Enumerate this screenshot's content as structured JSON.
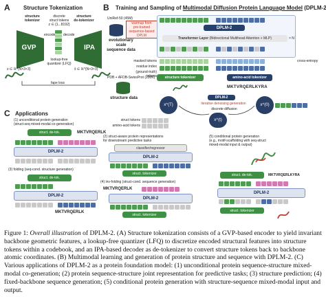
{
  "panel_a": {
    "letter": "A",
    "title": "Structure Tokenization",
    "structure_tokenizer": "structure\ntokenizer",
    "discrete_tokens": "discrete\nstruct tokens",
    "token_range": "z ∈ {1...8192}",
    "structure_detokenizer": "structure\nde-tokenizer",
    "encode": "encode",
    "decode": "decode",
    "gvp": "GVP",
    "ipa": "IPA",
    "lfq": "lookup-free\nquantizer (LFQ)",
    "fape_loss": "fape loss",
    "x_in": "x ∈ ℝ^{N×3×3}",
    "x_out": "x̂ ∈ ℝ^{N×3×3}"
  },
  "panel_b": {
    "letter": "B",
    "title_prefix": "Training and Sampling of ",
    "title_underlined": "Multimodal Diffusion Protein Language Model",
    "title_suffix": " (DPLM-2)",
    "uniref": "UniRef-50 (45M)",
    "warmup_note": "warmup from\npre-trained\nsequence-based\nDPLM",
    "evo_label": "evolutionary scale\nsequence data",
    "dplm2": "DPLM-2",
    "transformer": "Transformer Layer",
    "transformer_note": "(Bidirectional Multihead Attention + MLP)",
    "repeat": "× N",
    "masked_tokens": "masked tokens",
    "residue_index": "residue index",
    "ground_truth": "(ground-truth) tokens",
    "cross_entropy": "cross-entropy",
    "pdb": "PDB + AFDB-SwissProt (200K)",
    "structure_data": "structure data",
    "structure_tokenizer": "structure tokenizer",
    "aa_tokenizer": "amino-acid tokenizer",
    "seq": "MKTVRQERLKYRA",
    "sampling_dplm2": "DPLM-2",
    "sampling_note": "iterative denoising generation",
    "sampling_note2": "discrete diffusion",
    "sampling_states": [
      "x^(T)",
      "x^(t)",
      "x^(0)"
    ],
    "struct_tokens": "struct tokens",
    "aa_tokens": "amino-acid tokens"
  },
  "panel_c": {
    "letter": "C",
    "title": "Applications",
    "app1_title": "(1) unconditional protein generation\n(struct-seq mixed-modal co-generation)",
    "app2_title": "(2) struct-aware protein representations\nfor downstream predictive tasks",
    "app3_title": "(3) folding (seq-cond. structure generation)",
    "app4_title": "(4) inv-folding (struct-cond. sequence generation)",
    "app5_title": "(5) conditional protein generation\n(e.g., motif-scaffolding with seq-struct\nmixed-modal input & output)",
    "struct_detok": "struct. de-tok.",
    "struct_tok": "struct. tokenizer",
    "dplm2": "DPLM-2",
    "classifier": "classifier/regressor",
    "seq": "MKTVRQERLK",
    "seq5": "MKTVRQERLKYRA"
  },
  "caption": {
    "lead": "Figure 1: ",
    "title_italic": "Overall illustration",
    "text1": " of DPLM-2. (A) Structure tokenization consists of a GVP-based encoder to yield invariant backbone geometric features, a lookup-free quantizer (LFQ) to discretize encoded structural features into structure tokens within a codebook, and an IPA-based decoder as de-tokenizer to convert structure tokens back to backbone atomic coordinates. (B) Multimodal learning and generation of protein structure and sequence with DPLM-2. (C) Various applications of DPLM-2 as a protein foundation model: (1) unconditional protein sequence-structure mixed-modal co-generation; (2) protein sequence-structure joint representation for predictive tasks; (3) structure prediction; (4) fixed-backbone sequence generation; (5) conditional protein generation with structure-sequence mixed-modal input and output."
  }
}
